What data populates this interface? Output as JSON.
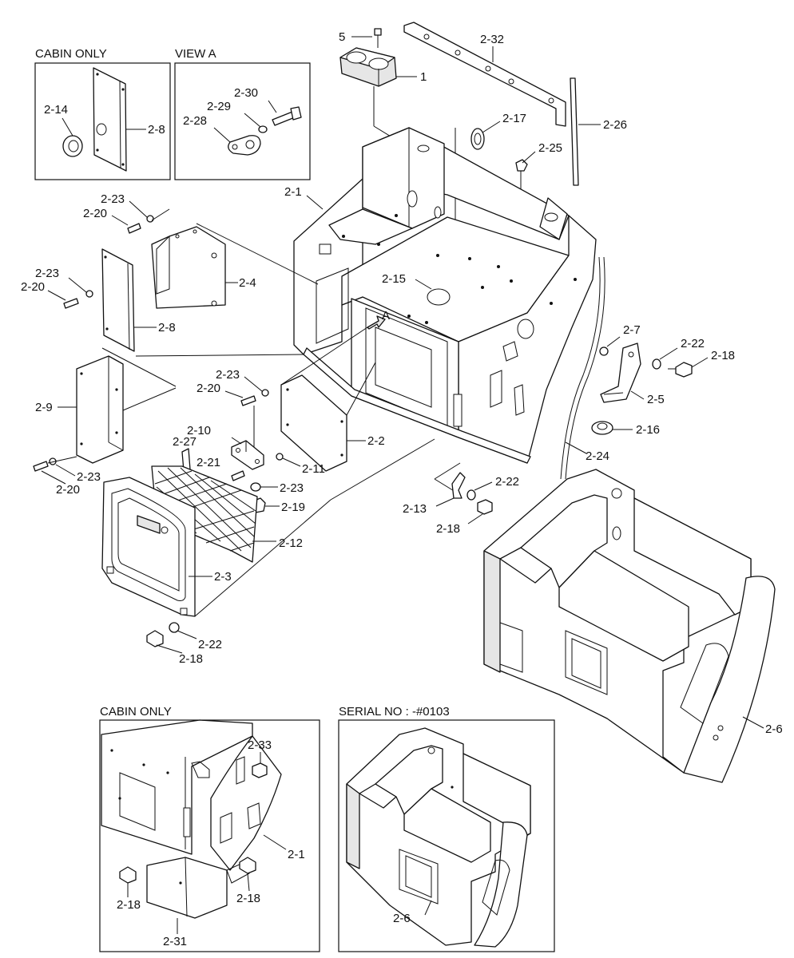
{
  "panels": {
    "cabin_only_top": "CABIN ONLY",
    "view_a": "VIEW A",
    "cabin_only_bottom": "CABIN ONLY",
    "serial_no": "SERIAL NO : -#0103"
  },
  "view_arrow_label": "A",
  "callouts": {
    "p5": "5",
    "p1": "1",
    "p2_32": "2-32",
    "p2_26": "2-26",
    "p2_17": "2-17",
    "p2_25": "2-25",
    "p2_14": "2-14",
    "p2_8_inset": "2-8",
    "p2_30": "2-30",
    "p2_29": "2-29",
    "p2_28": "2-28",
    "p2_1": "2-1",
    "p2_23_a": "2-23",
    "p2_20_a": "2-20",
    "p2_4": "2-4",
    "p2_15": "2-15",
    "p2_23_b": "2-23",
    "p2_20_b": "2-20",
    "p2_8": "2-8",
    "p2_7": "2-7",
    "p2_22_a": "2-22",
    "p2_18_a": "2-18",
    "p2_5": "2-5",
    "p2_16": "2-16",
    "p2_9": "2-9",
    "p2_23_c": "2-23",
    "p2_20_c": "2-20",
    "p2_2": "2-2",
    "p2_10": "2-10",
    "p2_27": "2-27",
    "p2_21": "2-21",
    "p2_11": "2-11",
    "p2_23_d": "2-23",
    "p2_20_d": "2-20",
    "p2_23_e": "2-23",
    "p2_19": "2-19",
    "p2_24": "2-24",
    "p2_22_b": "2-22",
    "p2_13": "2-13",
    "p2_18_b": "2-18",
    "p2_12": "2-12",
    "p2_3": "2-3",
    "p2_22_c": "2-22",
    "p2_18_c": "2-18",
    "p2_6_main": "2-6",
    "p2_33": "2-33",
    "p2_1_inset": "2-1",
    "p2_18_d": "2-18",
    "p2_18_e": "2-18",
    "p2_31": "2-31",
    "p2_6_inset": "2-6"
  }
}
